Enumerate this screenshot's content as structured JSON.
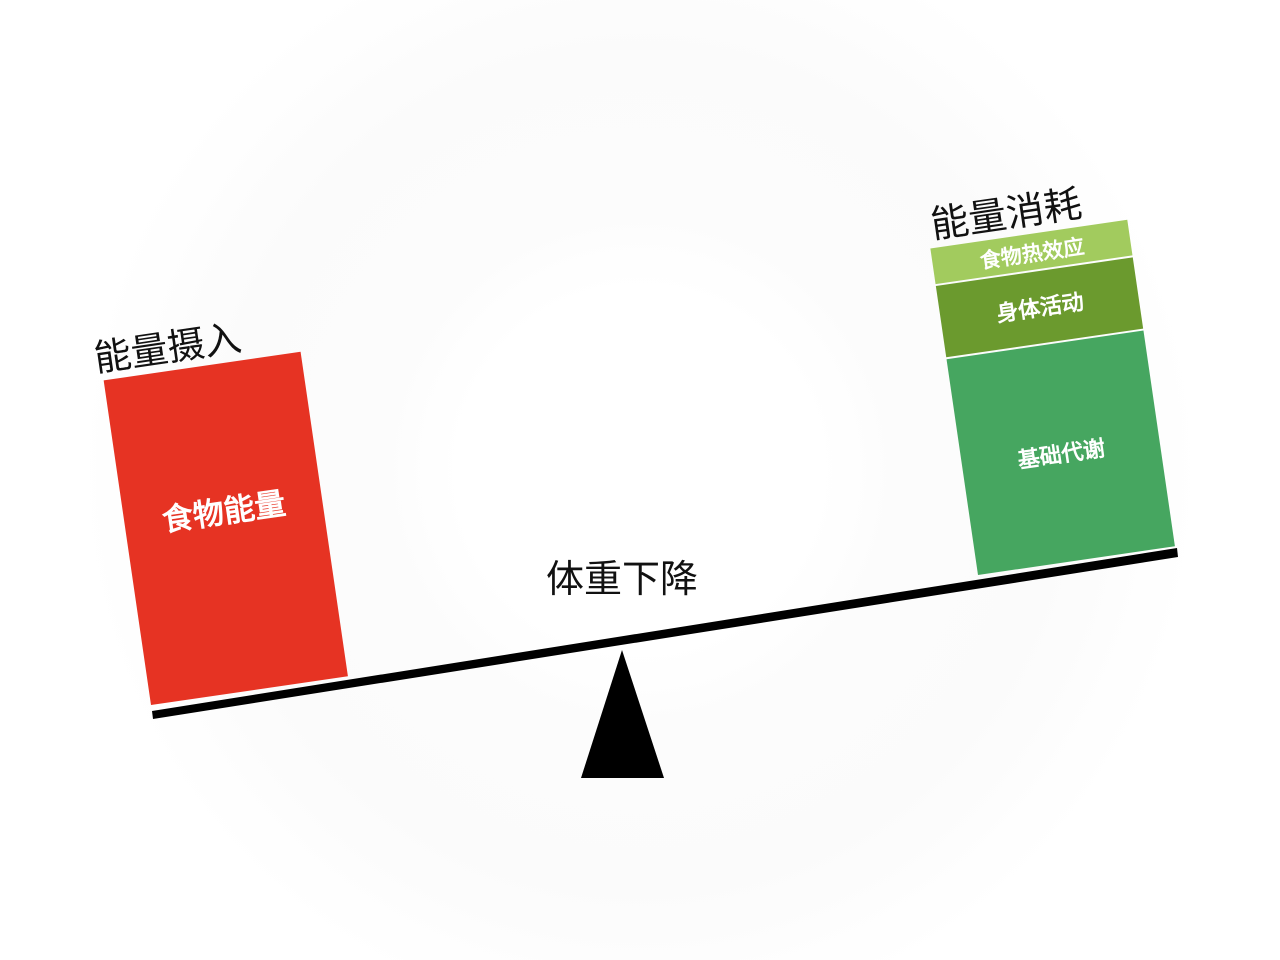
{
  "diagram": {
    "type": "balance-scale",
    "caption": "体重下降",
    "left": {
      "title": "能量摄入",
      "blocks": [
        {
          "label": "食物能量",
          "color": "#e63323"
        }
      ]
    },
    "right": {
      "title": "能量消耗",
      "blocks": [
        {
          "label": "食物热效应",
          "color": "#a2cb5e"
        },
        {
          "label": "身体活动",
          "color": "#6b9a2e"
        },
        {
          "label": "基础代谢",
          "color": "#46a660"
        }
      ]
    },
    "colors": {
      "beam": "#000000",
      "fulcrum": "#000000",
      "text_dark": "#111111",
      "text_light": "#ffffff"
    }
  }
}
